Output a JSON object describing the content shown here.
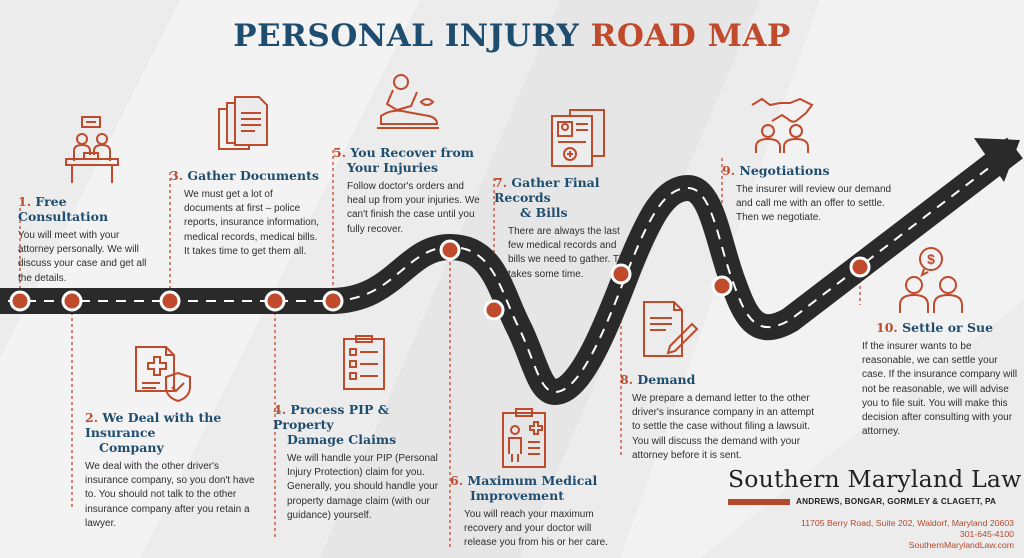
{
  "title": {
    "part1": "PERSONAL INJURY",
    "part2": "ROAD MAP"
  },
  "colors": {
    "navy": "#1e4d6f",
    "rust": "#c04a2c",
    "road": "#2a2a2a",
    "background": "#ececec"
  },
  "steps": [
    {
      "num": "1.",
      "title": "Free Consultation",
      "title2": "",
      "icon": "consultation-desk-icon",
      "text": "You will meet with your attorney personally. We will discuss your case and get all the details."
    },
    {
      "num": "2.",
      "title": "We Deal with the Insurance",
      "title2": "Company",
      "icon": "insurance-document-shield-icon",
      "text": "We deal with the other driver's insurance company, so you don't have to. You should not talk to the other insurance company after you retain a lawyer."
    },
    {
      "num": "3.",
      "title": "Gather Documents",
      "title2": "",
      "icon": "documents-stack-icon",
      "text": "We must get a lot of documents at first – police reports, insurance information, medical records, medical bills. It takes time to get them all."
    },
    {
      "num": "4.",
      "title": "Process PIP & Property",
      "title2": "Damage Claims",
      "icon": "checklist-icon",
      "text": "We will handle your PIP (Personal Injury Protection) claim for you. Generally, you should handle your property damage claim (with our guidance) yourself."
    },
    {
      "num": "5.",
      "title": "You Recover from",
      "title2": "Your Injuries",
      "icon": "patient-recovery-icon",
      "text": "Follow doctor's orders and heal up from your injuries. We can't finish the case until you fully recover."
    },
    {
      "num": "6.",
      "title": "Maximum Medical",
      "title2": "Improvement",
      "icon": "medical-chart-icon",
      "text": "You will reach your maximum recovery and your doctor will release you from his or her care."
    },
    {
      "num": "7.",
      "title": "Gather Final Records",
      "title2": "& Bills",
      "icon": "medical-records-icon",
      "text": "There are always the last few medical records and bills we need to gather. That takes some time."
    },
    {
      "num": "8.",
      "title": "Demand",
      "title2": "",
      "icon": "demand-letter-pen-icon",
      "text": "We prepare a demand letter to the other driver's insurance company in an attempt to settle the case without filing a lawsuit. You will discuss the demand with your attorney before it is sent."
    },
    {
      "num": "9.",
      "title": "Negotiations",
      "title2": "",
      "icon": "handshake-icon",
      "text": "The insurer will review our demand and call me with an offer to settle. Then we negotiate."
    },
    {
      "num": "10.",
      "title": "Settle or Sue",
      "title2": "",
      "icon": "money-discussion-icon",
      "text": "If the insurer wants to be reasonable, we can settle your case. If the insurance company will not be reasonable, we will advise you to file suit. You will make this decision after consulting with your attorney."
    }
  ],
  "brand": {
    "name": "Southern Maryland Law",
    "partners": "ANDREWS, BONGAR, GORMLEY & CLAGETT, PA",
    "address": "11705 Berry Road, Suite 202, Waldorf, Maryland 20603",
    "phone": "301-645-4100",
    "website": "SouthernMarylandLaw.com"
  }
}
